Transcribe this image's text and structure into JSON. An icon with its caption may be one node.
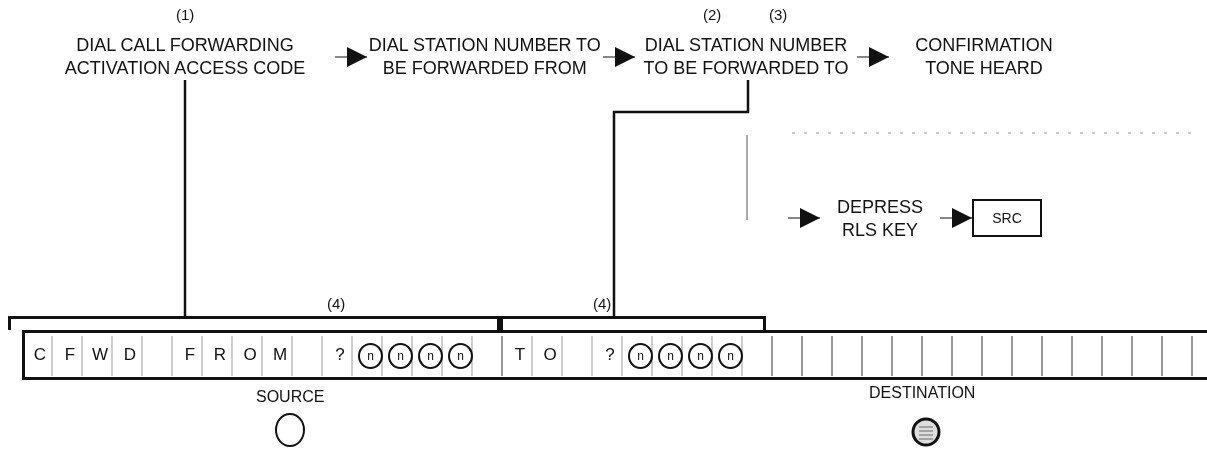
{
  "diagram": {
    "nodes": [
      {
        "text": [
          "DIAL CALL FORWARDING ACTIVATION ACCESS CODE"
        ],
        "beside": [
          "(1)"
        ]
      },
      {
        "text": [
          "DIAL STATION NUMBER TO BE FORWARDED FROM"
        ]
      },
      {
        "text": [
          "DIAL STATION NUMBER TO BE FORWARDED TO"
        ],
        "beside": [
          "(2)",
          "(3)"
        ]
      },
      {
        "text": [
          "CONFIRMATION TONE HEARD"
        ]
      },
      {
        "text": [
          "DEPRESS RLS KEY"
        ]
      },
      {
        "text": [
          "SRC"
        ]
      },
      {
        "text": [
          "(4)"
        ]
      },
      {
        "text": [
          "(4)"
        ]
      },
      {
        "text": [],
        "shape": "box"
      }
    ],
    "edges": [
      {
        "from": 0,
        "to": 1,
        "arrow": "to"
      },
      {
        "from": 1,
        "to": 2,
        "arrow": "to"
      },
      {
        "from": 2,
        "to": 3,
        "arrow": "to"
      },
      {
        "from": null,
        "to": 4,
        "arrow": "to"
      },
      {
        "from": 4,
        "to": 5,
        "arrow": "to"
      },
      {
        "from": 0,
        "to": 6,
        "arrow": "none"
      },
      {
        "from": 2,
        "to": 7,
        "arrow": "none"
      }
    ],
    "labels": [
      "C",
      "F",
      "W",
      "D",
      "F",
      "R",
      "O",
      "M",
      "?",
      "n",
      "n",
      "n",
      "n",
      "T",
      "O",
      "?",
      "n",
      "n",
      "n",
      "n",
      "SOURCE",
      "DESTINATION"
    ]
  }
}
